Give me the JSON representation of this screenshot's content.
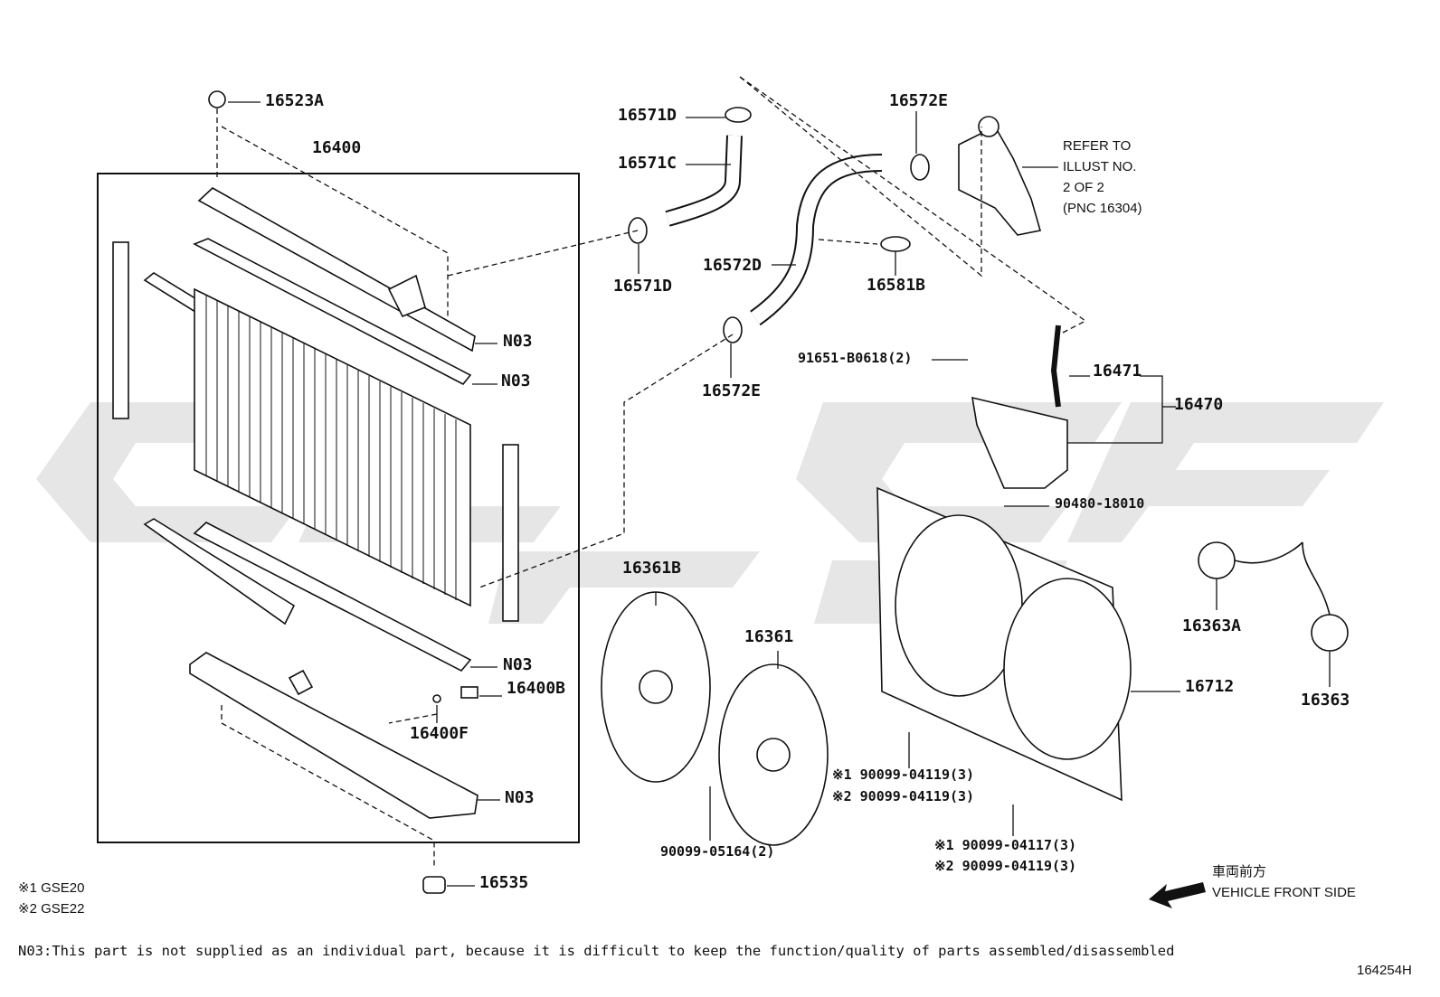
{
  "labels": {
    "p16523A": "16523A",
    "p16400": "16400",
    "p16571D_top": "16571D",
    "p16571C": "16571C",
    "p16571D_bot": "16571D",
    "p16572E_top": "16572E",
    "p16572D": "16572D",
    "p16581B": "16581B",
    "p16572E_bot": "16572E",
    "p91651": "91651-B0618(2)",
    "p16471": "16471",
    "p16470": "16470",
    "p90480": "90480-18010",
    "p16361B": "16361B",
    "p16361": "16361",
    "p16363A": "16363A",
    "p16363": "16363",
    "p16712": "16712",
    "p16400B": "16400B",
    "p16400F": "16400F",
    "p16535": "16535",
    "n03_1": "N03",
    "n03_2": "N03",
    "n03_3": "N03",
    "n03_4": "N03",
    "p90099_05164": "90099-05164(2)",
    "p90099_04119_a1": "※1 90099-04119(3)",
    "p90099_04119_a2": "※2 90099-04119(3)",
    "p90099_04117": "※1 90099-04117(3)",
    "p90099_04119_b2": "※2 90099-04119(3)"
  },
  "refer": {
    "line1": "REFER TO",
    "line2": "ILLUST NO.",
    "line3": "2 OF 2",
    "line4": "(PNC 16304)"
  },
  "direction": {
    "jp": "車両前方",
    "en": "VEHICLE FRONT SIDE"
  },
  "notes": {
    "gse20": "※1 GSE20",
    "gse22": "※2 GSE22",
    "n03": "N03:This part is not supplied as an individual part, because it is difficult to keep the function/quality of parts assembled/disassembled"
  },
  "figure_id": "164254H"
}
